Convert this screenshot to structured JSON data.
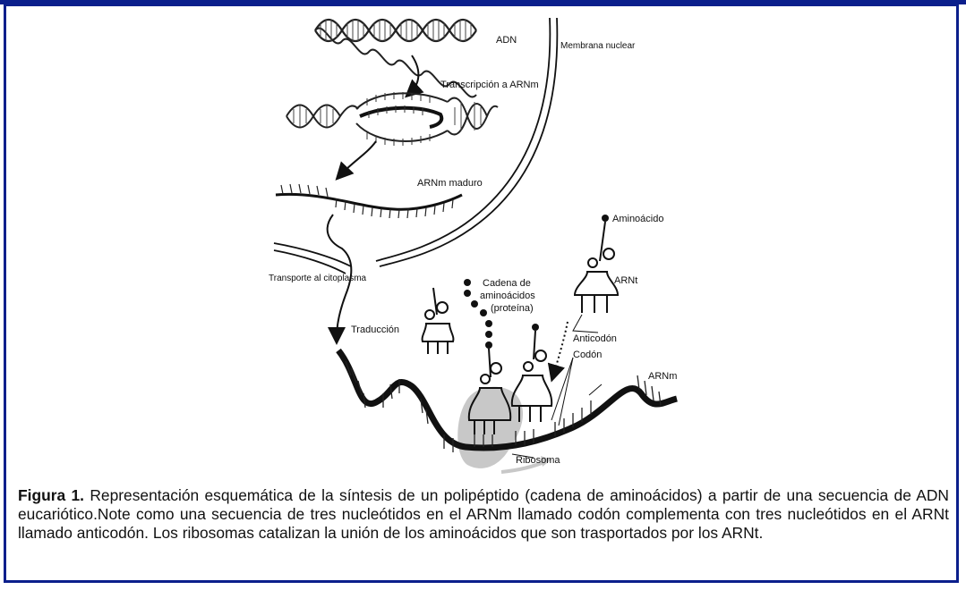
{
  "labels": {
    "adn": "ADN",
    "membrana": "Membrana nuclear",
    "transcripcion": "Transcripción a ARNm",
    "arnm_maduro": "ARNm maduro",
    "transporte": "Transporte al citoplasma",
    "traduccion": "Traducción",
    "cadena_1": "Cadena de",
    "cadena_2": "aminoácidos",
    "cadena_3": "(proteína)",
    "aminoacido": "Aminoácido",
    "arnt": "ARNt",
    "anticodon": "Anticodón",
    "codon": "Codón",
    "arnm": "ARNm",
    "ribosoma": "Ribosoma"
  },
  "caption": {
    "figure_label": "Figura 1.",
    "text": " Representación esquemática de la síntesis de un polipéptido (cadena de aminoácidos) a partir de una secuencia de ADN eucariótico.Note como una secuencia de tres nucleótidos en el ARNm llamado codón complementa con tres nucleótidos en el ARNt llamado anticodón. Los ribosomas catalizan la unión de los aminoácidos que son trasportados por los ARNt."
  },
  "colors": {
    "border": "#0b1f8c",
    "ribosome": "#c8c8c8"
  }
}
